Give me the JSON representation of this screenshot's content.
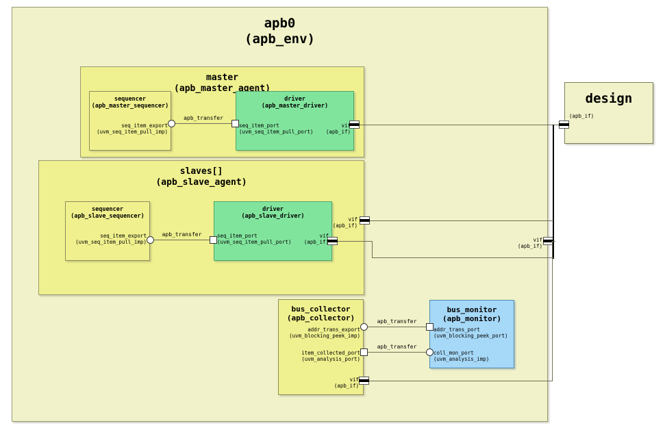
{
  "diagram": {
    "type": "uvm-testbench-architecture",
    "colors": {
      "env_fill": "#f1f2c9",
      "agent_fill": "#eff08f",
      "sequencer_fill": "#f0f08e",
      "driver_fill": "#81e49d",
      "monitor_fill": "#a6d8f7",
      "wire": "#6f6f55",
      "bus": "#000000"
    }
  },
  "env": {
    "name": "apb0",
    "type": "(apb_env)",
    "vif_port": {
      "label": "vif",
      "type": "(apb_if)"
    }
  },
  "design": {
    "name": "design",
    "port": {
      "type": "(apb_if)"
    }
  },
  "master_agent": {
    "name": "master",
    "type": "(apb_master_agent)",
    "sequencer": {
      "name": "sequencer",
      "type": "(apb_master_sequencer)",
      "port": {
        "label": "seq_item_export",
        "type": "(uvm_seq_item_pull_imp)",
        "glyph": "circle-export"
      }
    },
    "driver": {
      "name": "driver",
      "type": "(apb_master_driver)",
      "port": {
        "label": "seq_item_port",
        "type": "(uvm_seq_item_pull_port)",
        "glyph": "square-port"
      },
      "vif": {
        "label": "vif",
        "type": "(apb_if)",
        "glyph": "interface-port"
      }
    },
    "connection_label": "apb_transfer"
  },
  "slave_agent": {
    "name": "slaves[]",
    "type": "(apb_slave_agent)",
    "vif_port": {
      "label": "vif",
      "type": "(apb_if)"
    },
    "sequencer": {
      "name": "sequencer",
      "type": "(apb_slave_sequencer)",
      "port": {
        "label": "seq_item_export",
        "type": "(uvm_seq_item_pull_imp)",
        "glyph": "circle-export"
      }
    },
    "driver": {
      "name": "driver",
      "type": "(apb_slave_driver)",
      "port": {
        "label": "seq_item_port",
        "type": "(uvm_seq_item_pull_port)",
        "glyph": "square-port"
      },
      "vif": {
        "label": "vif",
        "type": "(apb_if)",
        "glyph": "interface-port"
      }
    },
    "connection_label": "apb_transfer"
  },
  "bus_collector": {
    "name": "bus_collector",
    "type": "(apb_collector)",
    "addr_trans_export": {
      "label": "addr_trans_export",
      "type": "(uvm_blocking_peek_imp)",
      "glyph": "circle-export"
    },
    "item_collected_port": {
      "label": "item_collected_port",
      "type": "(uvm_analysis_port)",
      "glyph": "square-port"
    },
    "vif": {
      "label": "vif",
      "type": "(apb_if)",
      "glyph": "interface-port"
    }
  },
  "bus_monitor": {
    "name": "bus_monitor",
    "type": "(apb_monitor)",
    "addr_trans_port": {
      "label": "addr_trans_port",
      "type": "(uvm_blocking_peek_port)",
      "glyph": "square-port"
    },
    "coll_mon_port": {
      "label": "coll_mon_port",
      "type": "(uvm_analysis_imp)",
      "glyph": "circle-export"
    }
  },
  "connections": {
    "addr_label": "apb_transfer",
    "coll_label": "apb_transfer"
  }
}
